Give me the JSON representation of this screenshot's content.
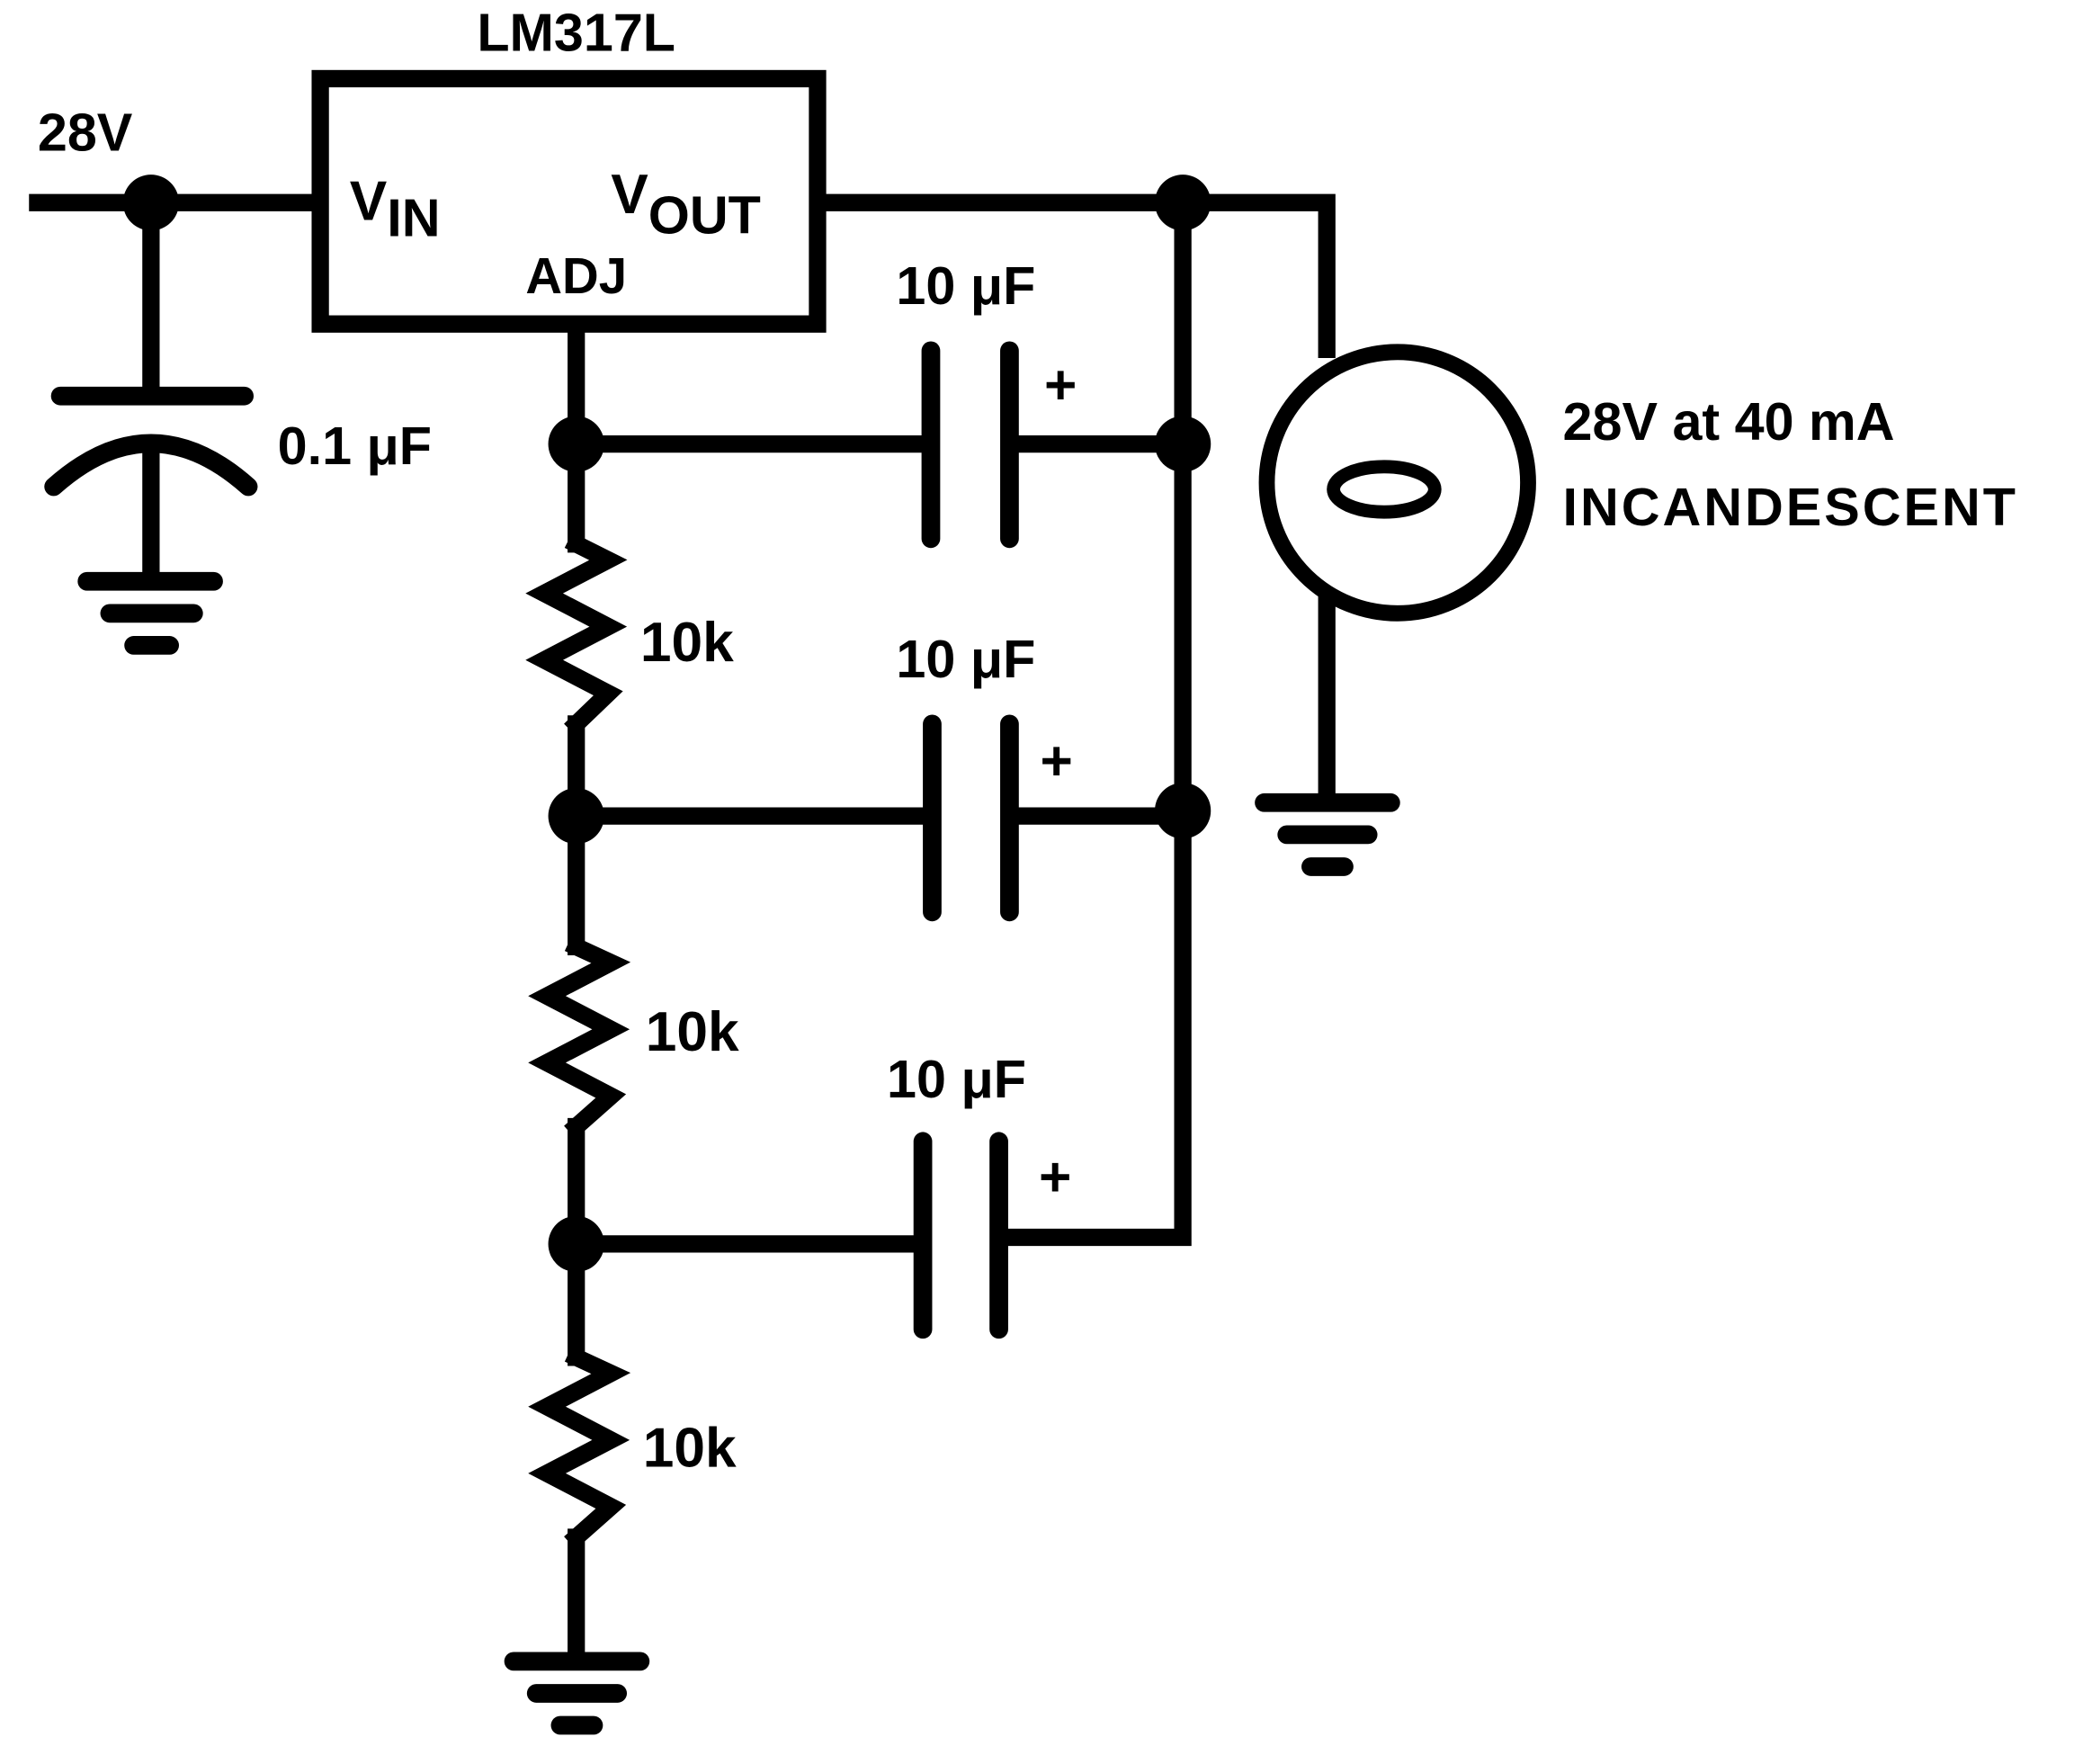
{
  "regulator": {
    "part": "LM317L",
    "pin_in_main": "V",
    "pin_in_sub": "IN",
    "pin_out_main": "V",
    "pin_out_sub": "OUT",
    "pin_adj": "ADJ"
  },
  "input": {
    "voltage": "28V"
  },
  "bypass_cap": {
    "value": "0.1 μF"
  },
  "timing_caps": [
    {
      "value": "10 μF",
      "polarity": "+"
    },
    {
      "value": "10 μF",
      "polarity": "+"
    },
    {
      "value": "10 μF",
      "polarity": "+"
    }
  ],
  "resistors": [
    {
      "value": "10k"
    },
    {
      "value": "10k"
    },
    {
      "value": "10k"
    }
  ],
  "lamp": {
    "line1": "28V at 40 mA",
    "line2": "INCANDESCENT"
  }
}
